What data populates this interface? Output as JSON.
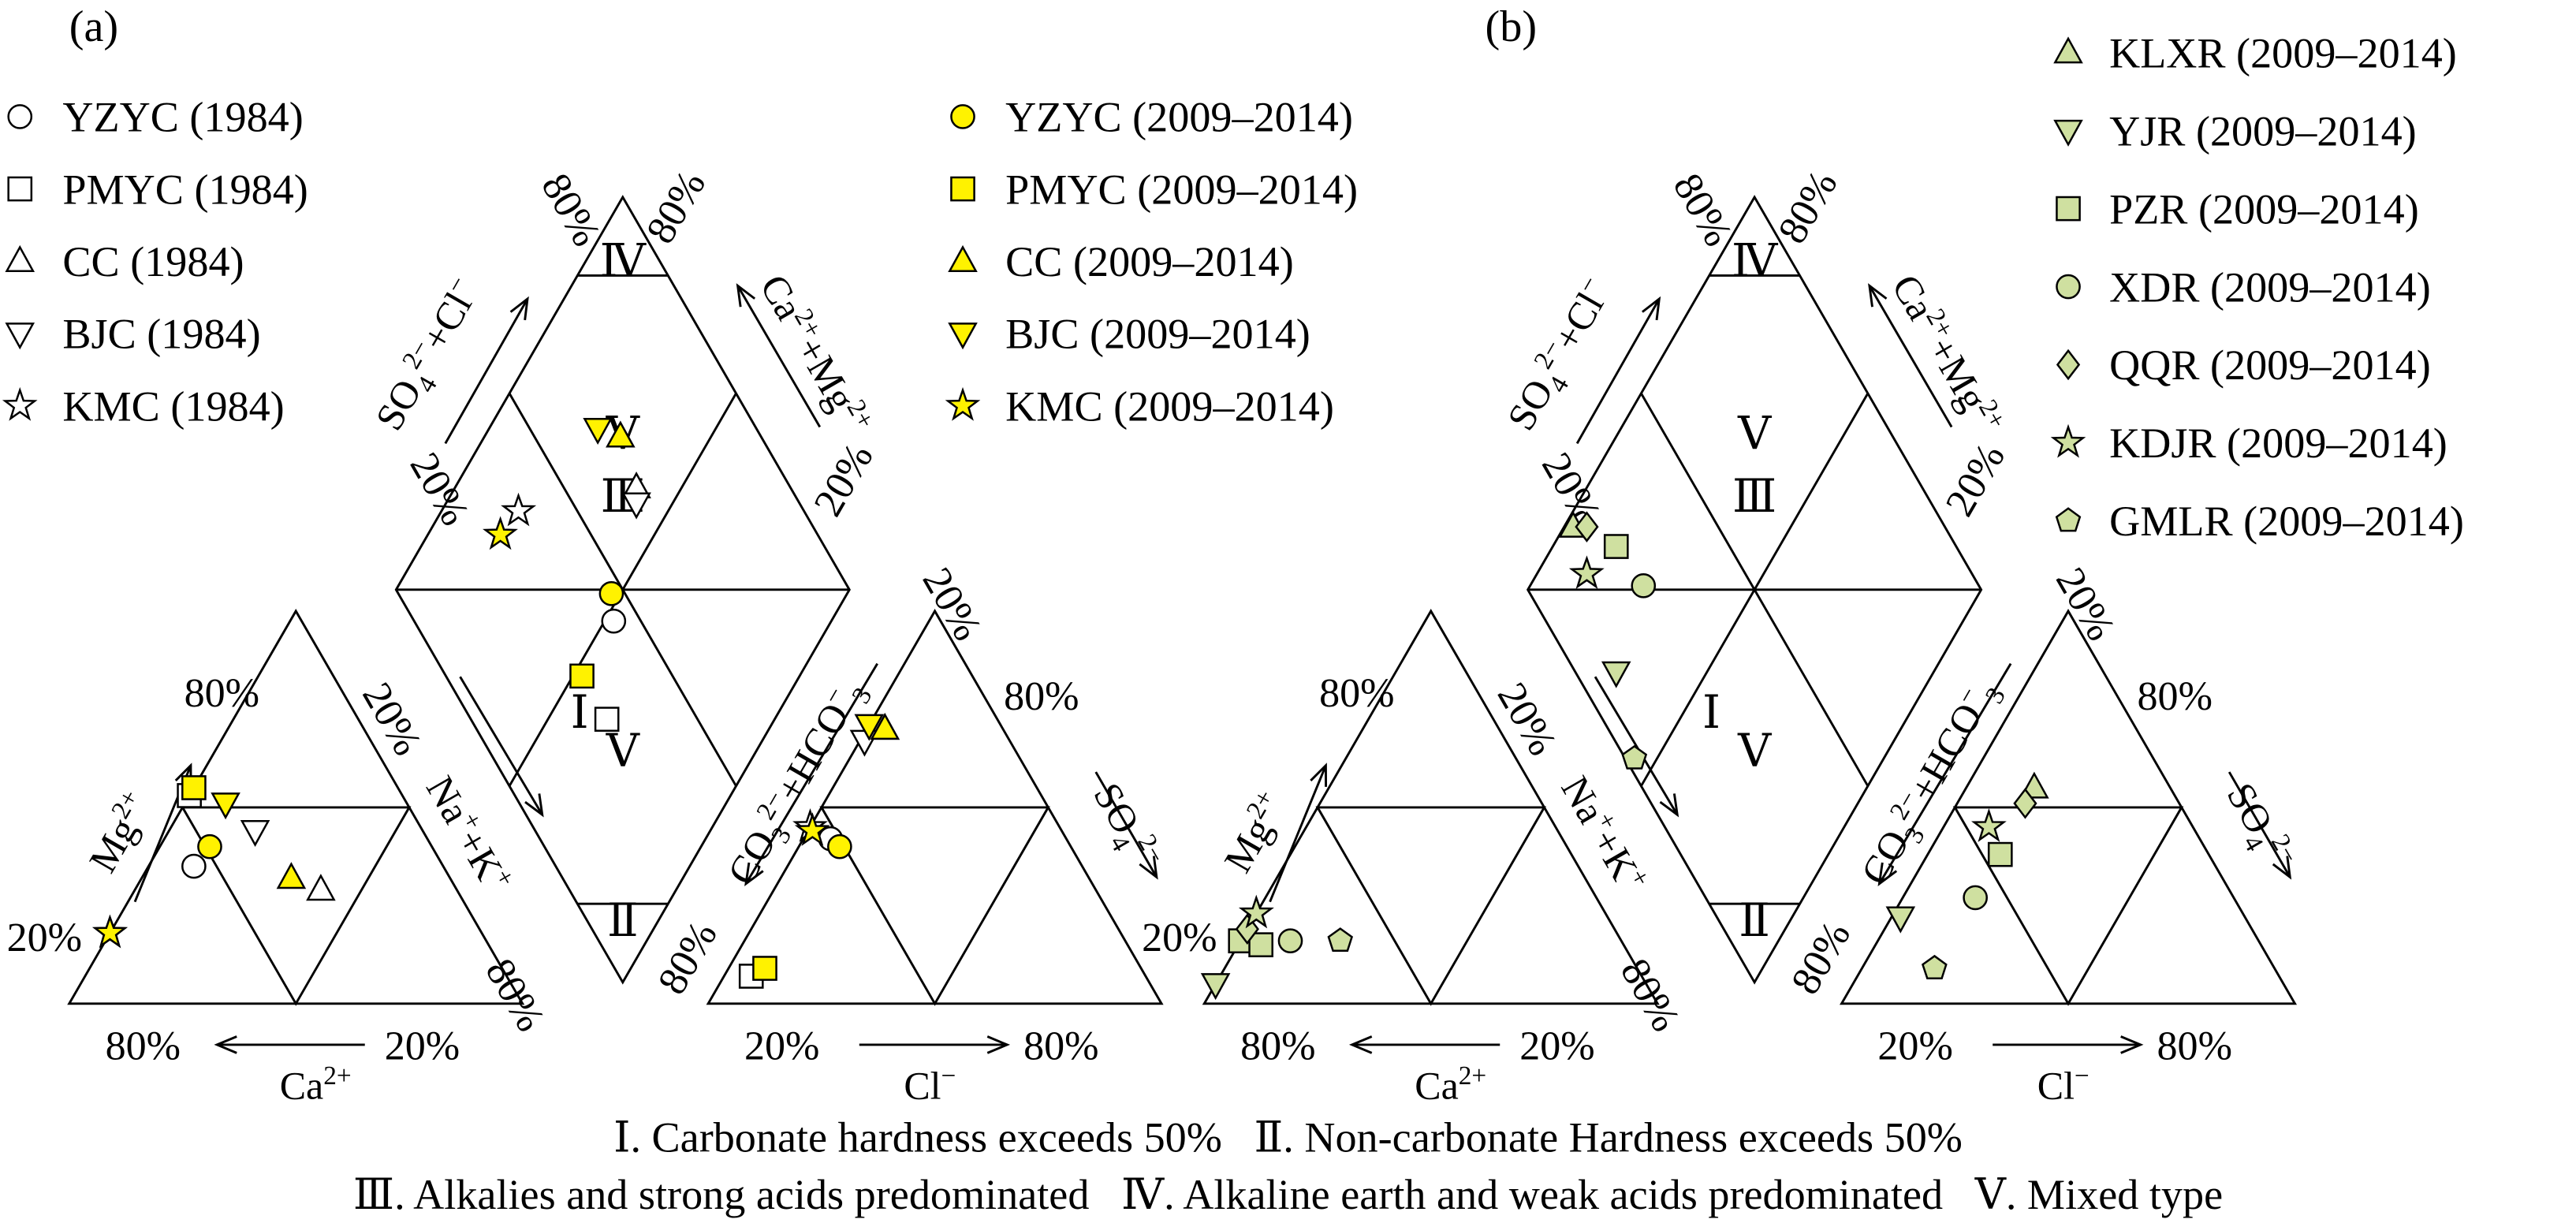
{
  "panels": {
    "a": {
      "label": "(a)"
    },
    "b": {
      "label": "(b)"
    }
  },
  "chart_data": [
    {
      "type": "scatter",
      "plot": "piper",
      "panel": "(a)",
      "series": [
        {
          "name": "YZYC (1984)",
          "marker": "circle",
          "fill": "white",
          "cation": [
            {
              "Ca": 55,
              "Mg": 35,
              "NaK": 10
            }
          ],
          "anion": [
            {
              "HCO3": 52,
              "Cl": 6,
              "SO4": 42
            }
          ],
          "diamond": [
            {
              "x": 44,
              "y": 52
            }
          ]
        },
        {
          "name": "PMYC (1984)",
          "marker": "square",
          "fill": "white",
          "cation": [
            {
              "Ca": 47,
              "Mg": 53,
              "NaK": 0
            }
          ],
          "anion": [
            {
              "HCO3": 87,
              "Cl": 6,
              "SO4": 7
            }
          ],
          "diamond": [
            {
              "x": 30,
              "y": 63
            }
          ]
        },
        {
          "name": "CC (1984)",
          "marker": "triangle-up",
          "fill": "white",
          "cation": [
            {
              "Ca": 30,
              "Mg": 29,
              "NaK": 41
            }
          ],
          "anion": [
            {
              "HCO3": 26,
              "Cl": 4,
              "SO4": 70
            }
          ],
          "diamond": [
            {
              "x": 66,
              "y": 40
            }
          ]
        },
        {
          "name": "BJC (1984)",
          "marker": "triangle-down",
          "fill": "white",
          "cation": [
            {
              "Ca": 37,
              "Mg": 44,
              "NaK": 19
            }
          ],
          "anion": [
            {
              "HCO3": 32,
              "Cl": 1,
              "SO4": 67
            }
          ],
          "diamond": [
            {
              "x": 64,
              "y": 42
            }
          ]
        },
        {
          "name": "KMC (1984)",
          "marker": "star",
          "fill": "white",
          "cation": [
            {
              "Ca": 82,
              "Mg": 18,
              "NaK": 0
            }
          ],
          "anion": [
            {
              "HCO3": 55,
              "Cl": 0,
              "SO4": 45
            }
          ],
          "diamond": [
            {
              "x": 37,
              "y": 17
            }
          ]
        },
        {
          "name": "YZYC (2009–2014)",
          "marker": "circle",
          "fill": "#FFF200",
          "cation": [
            {
              "Ca": 49,
              "Mg": 40,
              "NaK": 11
            }
          ],
          "anion": [
            {
              "HCO3": 51,
              "Cl": 9,
              "SO4": 40
            }
          ],
          "diamond": [
            {
              "x": 47,
              "y": 48
            }
          ]
        },
        {
          "name": "PMYC (2009–2014)",
          "marker": "square",
          "fill": "#FFF200",
          "cation": [
            {
              "Ca": 45,
              "Mg": 55,
              "NaK": 0
            }
          ],
          "anion": [
            {
              "HCO3": 83,
              "Cl": 8,
              "SO4": 9
            }
          ],
          "diamond": [
            {
              "x": 30,
              "y": 52
            }
          ]
        },
        {
          "name": "CC (2009–2014)",
          "marker": "triangle-up",
          "fill": "#FFF200",
          "cation": [
            {
              "Ca": 35,
              "Mg": 32,
              "NaK": 33
            }
          ],
          "anion": [
            {
              "HCO3": 26,
              "Cl": 4,
              "SO4": 70
            }
          ],
          "diamond": [
            {
              "x": 69,
              "y": 30
            }
          ]
        },
        {
          "name": "BJC (2009–2014)",
          "marker": "triangle-down",
          "fill": "#FFF200",
          "cation": [
            {
              "Ca": 40,
              "Mg": 51,
              "NaK": 9
            }
          ],
          "anion": [
            {
              "HCO3": 29,
              "Cl": 0,
              "SO4": 71
            }
          ],
          "diamond": [
            {
              "x": 65,
              "y": 24
            }
          ]
        },
        {
          "name": "KMC (2009–2014)",
          "marker": "star",
          "fill": "#FFF200",
          "cation": [
            {
              "Ca": 82,
              "Mg": 18,
              "NaK": 0
            }
          ],
          "anion": [
            {
              "HCO3": 55,
              "Cl": 1,
              "SO4": 44
            }
          ],
          "diamond": [
            {
              "x": 30,
              "y": 16
            }
          ]
        }
      ]
    },
    {
      "type": "scatter",
      "plot": "piper",
      "panel": "(b)",
      "series": [
        {
          "name": "KLXR (2009–2014)",
          "marker": "triangle-up",
          "fill": "#CFE0A0",
          "cation": [],
          "anion": [
            {
              "HCO3": 30,
              "Cl": 15,
              "SO4": 55
            }
          ],
          "diamond": [
            {
              "x": 18,
              "y": 2
            }
          ]
        },
        {
          "name": "YJR (2009–2014)",
          "marker": "triangle-down",
          "fill": "#CFE0A0",
          "cation": [
            {
              "Ca": 95,
              "Mg": 5,
              "NaK": 0
            }
          ],
          "anion": [
            {
              "HCO3": 76,
              "Cl": 2,
              "SO4": 22
            }
          ],
          "diamond": [
            {
              "x": 9,
              "y": 30
            }
          ]
        },
        {
          "name": "PZR (2009–2014)",
          "marker": "square",
          "fill": "#CFE0A0",
          "cation": [
            {
              "Ca": 84,
              "Mg": 16,
              "NaK": 0
            },
            {
              "Ca": 80,
              "Mg": 15,
              "NaK": 5
            }
          ],
          "anion": [
            {
              "HCO3": 46,
              "Cl": 16,
              "SO4": 38
            }
          ],
          "diamond": [
            {
              "x": 25,
              "y": 14
            }
          ]
        },
        {
          "name": "XDR (2009–2014)",
          "marker": "circle",
          "fill": "#CFE0A0",
          "cation": [
            {
              "Ca": 73,
              "Mg": 16,
              "NaK": 11
            }
          ],
          "anion": [
            {
              "HCO3": 57,
              "Cl": 16,
              "SO4": 27
            }
          ],
          "diamond": [
            {
              "x": 26,
              "y": 25
            }
          ]
        },
        {
          "name": "QQR (2009–2014)",
          "marker": "diamond",
          "fill": "#CFE0A0",
          "cation": [
            {
              "Ca": 81,
              "Mg": 19,
              "NaK": 0
            }
          ],
          "anion": [
            {
              "HCO3": 34,
              "Cl": 15,
              "SO4": 51
            }
          ],
          "diamond": [
            {
              "x": 21,
              "y": 5
            }
          ]
        },
        {
          "name": "KDJR (2009–2014)",
          "marker": "star",
          "fill": "#CFE0A0",
          "cation": [
            {
              "Ca": 77,
              "Mg": 23,
              "NaK": 0
            }
          ],
          "anion": [
            {
              "HCO3": 45,
              "Cl": 10,
              "SO4": 45
            }
          ],
          "diamond": [
            {
              "x": 15,
              "y": 11
            }
          ]
        },
        {
          "name": "GMLR (2009–2014)",
          "marker": "pentagon",
          "fill": "#CFE0A0",
          "cation": [
            {
              "Ca": 62,
              "Mg": 16,
              "NaK": 22
            }
          ],
          "anion": [
            {
              "HCO3": 75,
              "Cl": 16,
              "SO4": 9
            }
          ],
          "diamond": [
            {
              "x": 2,
              "y": 45
            }
          ]
        }
      ]
    }
  ],
  "axes": {
    "mg": "Mg2+",
    "ca": "Ca2+",
    "nak": "Na++K+",
    "co3hco3": "CO32−+HCO−3",
    "so4": "SO42−",
    "cl": "Cl−",
    "so4cl": "SO42−+Cl−",
    "camg": "Ca2++Mg2+"
  },
  "tick_labels": {
    "p20": "20%",
    "p80": "80%"
  },
  "zones": {
    "I": "Ⅰ",
    "II": "Ⅱ",
    "III": "Ⅲ",
    "IV": "Ⅳ",
    "V": "Ⅴ"
  },
  "footnote": {
    "line1": "Ⅰ. Carbonate hardness exceeds 50%   Ⅱ. Non-carbonate Hardness exceeds 50%",
    "line2": "Ⅲ. Alkalies and strong acids predominated   Ⅳ. Alkaline earth and weak acids predominated   Ⅴ. Mixed type"
  },
  "colors": {
    "yellow": "#FFF200",
    "green": "#CFE0A0",
    "ink": "#000000"
  }
}
